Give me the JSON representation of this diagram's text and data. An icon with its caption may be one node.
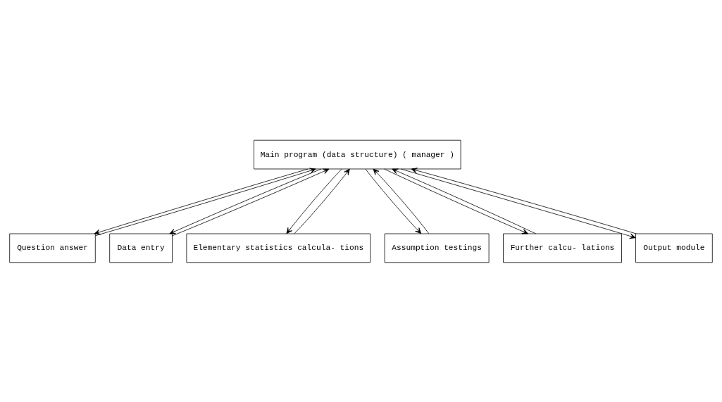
{
  "diagram": {
    "nodes": [
      {
        "text": [
          "Main program (data structure) ( manager )"
        ]
      },
      {
        "text": [
          "Question answer"
        ]
      },
      {
        "text": [
          "Data entry"
        ]
      },
      {
        "text": [
          "Elementary statistics calcula- tions"
        ]
      },
      {
        "text": [
          "Assumption testings"
        ]
      },
      {
        "text": [
          "Further calcu- lations"
        ]
      },
      {
        "text": [
          "Output module"
        ]
      }
    ],
    "edges": [
      {
        "from": 0,
        "to": 1,
        "arrow": "to"
      },
      {
        "from": 1,
        "to": 0,
        "arrow": "to"
      },
      {
        "from": 0,
        "to": 2,
        "arrow": "to"
      },
      {
        "from": 2,
        "to": 0,
        "arrow": "to"
      },
      {
        "from": 0,
        "to": 3,
        "arrow": "to"
      },
      {
        "from": 3,
        "to": 0,
        "arrow": "to"
      },
      {
        "from": 0,
        "to": 4,
        "arrow": "to"
      },
      {
        "from": 4,
        "to": 0,
        "arrow": "to"
      },
      {
        "from": 0,
        "to": 5,
        "arrow": "to"
      },
      {
        "from": 5,
        "to": 0,
        "arrow": "to"
      },
      {
        "from": 0,
        "to": 6,
        "arrow": "to"
      },
      {
        "from": 6,
        "to": 0,
        "arrow": "to"
      }
    ]
  }
}
